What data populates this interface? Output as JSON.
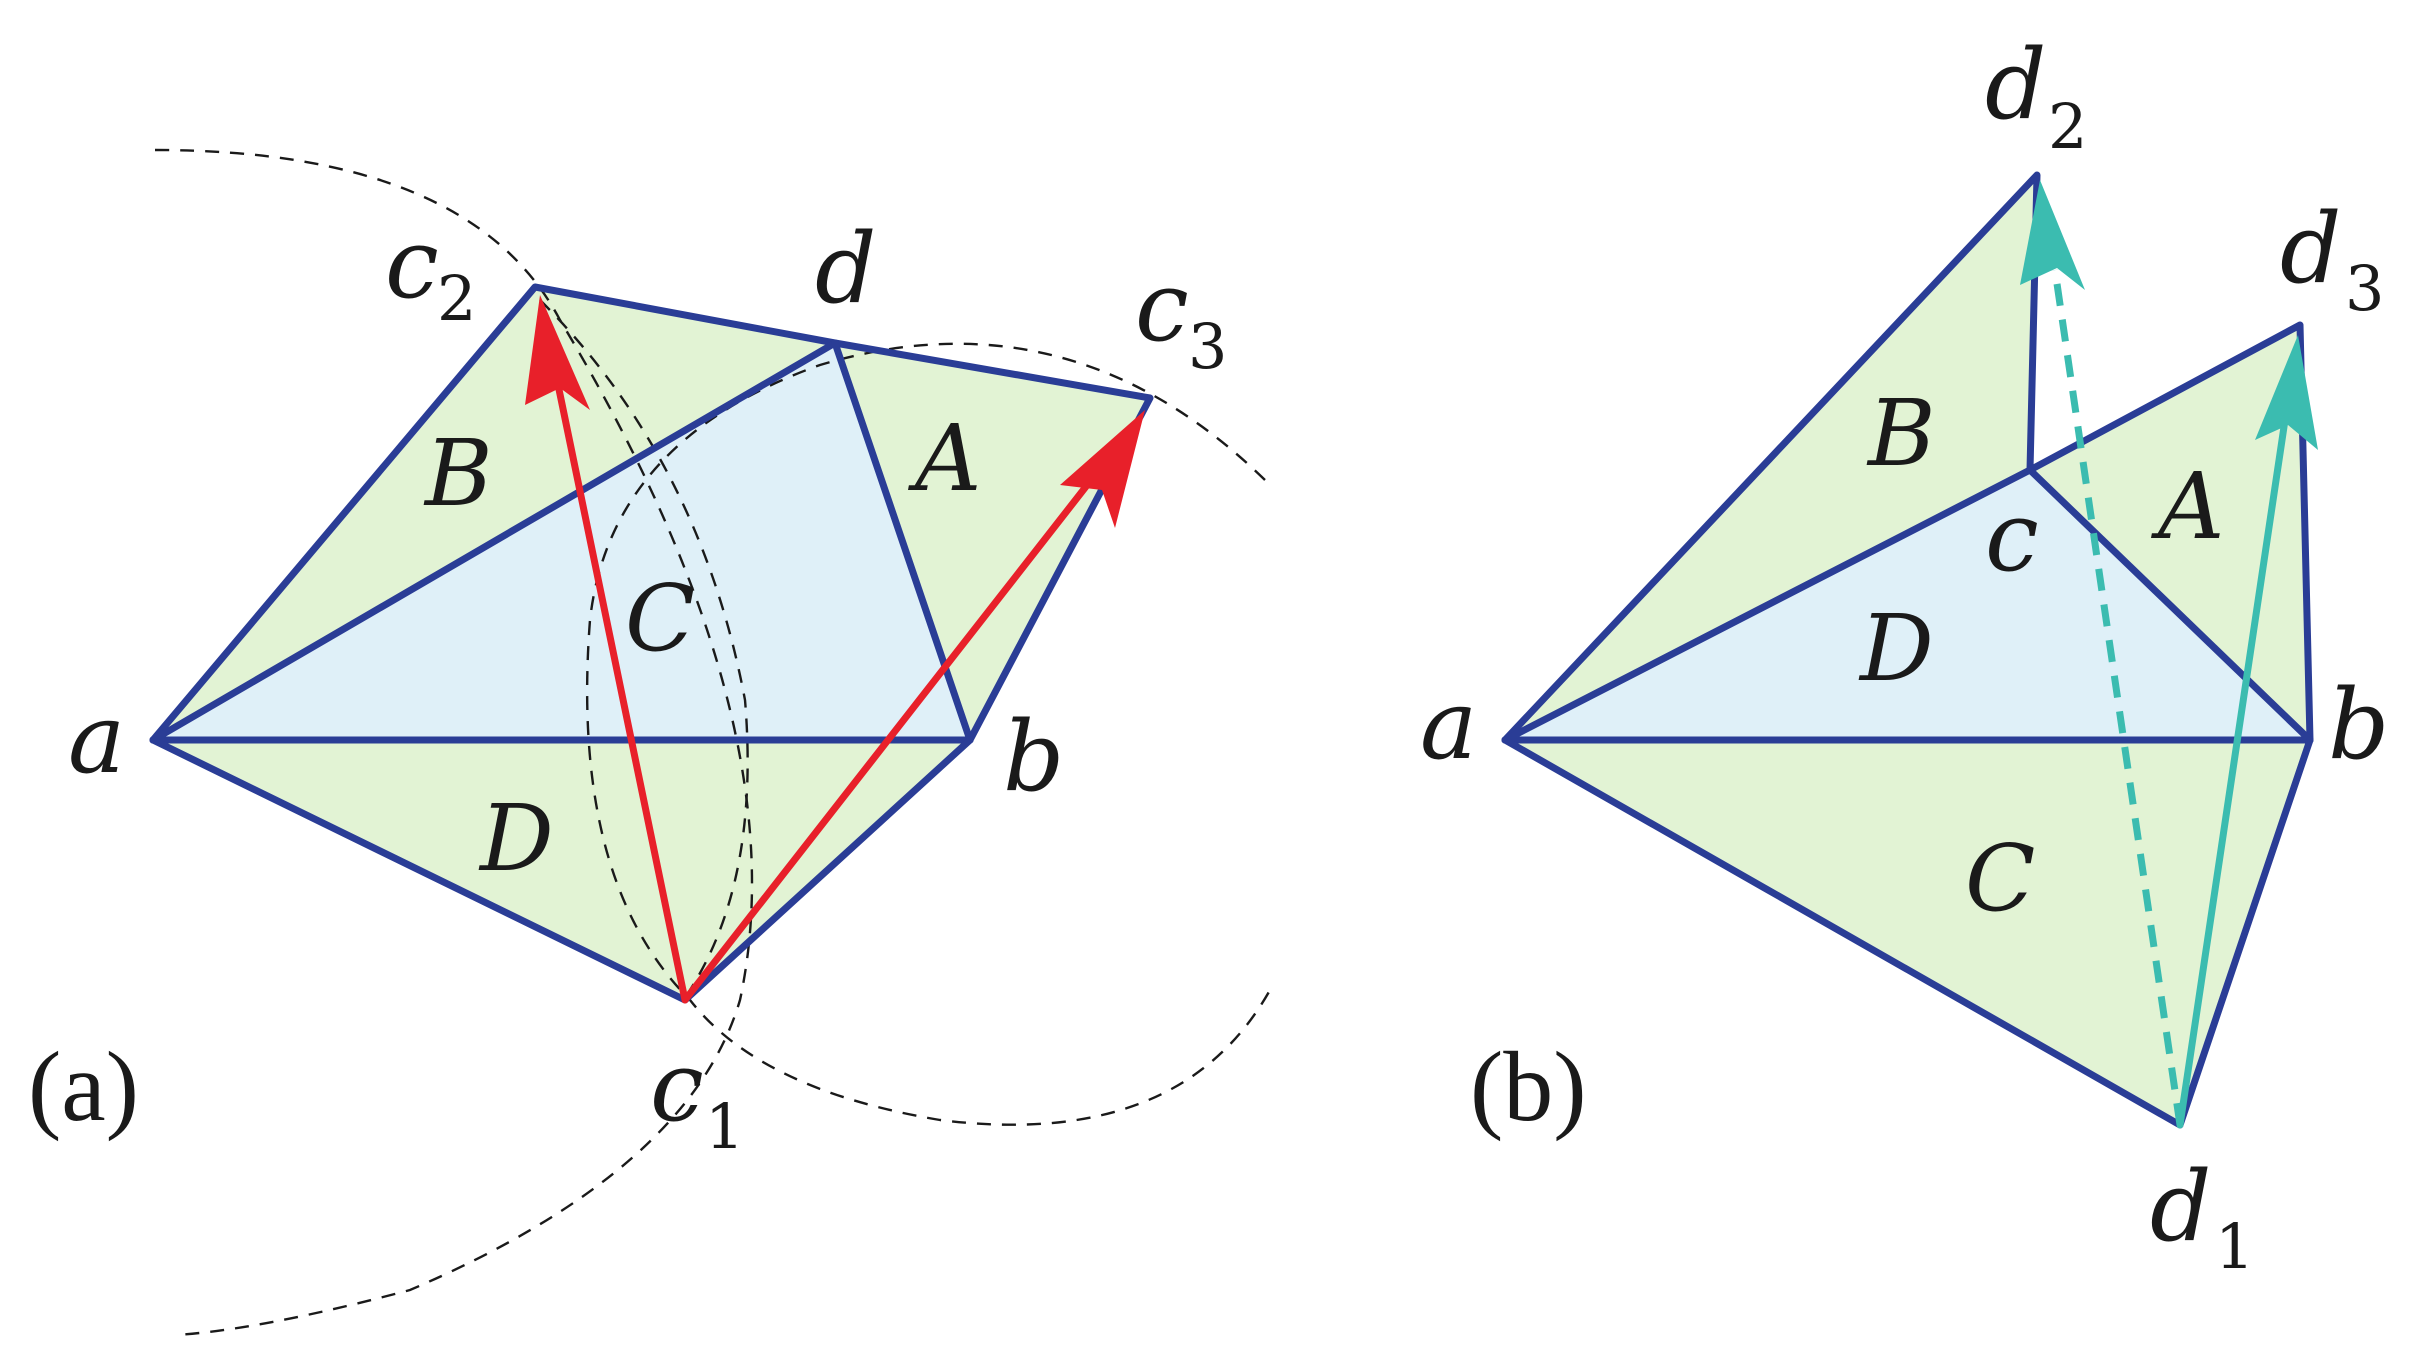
{
  "panel_a": {
    "tag": "(a)",
    "vertices": {
      "a": "a",
      "b": "b",
      "d": "d",
      "c1": "c",
      "c1_sub": "1",
      "c2": "c",
      "c2_sub": "2",
      "c3": "c",
      "c3_sub": "3"
    },
    "faces": {
      "A": "A",
      "B": "B",
      "C": "C",
      "D": "D"
    }
  },
  "panel_b": {
    "tag": "(b)",
    "vertices": {
      "a": "a",
      "b": "b",
      "c": "c",
      "d1": "d",
      "d1_sub": "1",
      "d2": "d",
      "d2_sub": "2",
      "d3": "d",
      "d3_sub": "3"
    },
    "faces": {
      "A": "A",
      "B": "B",
      "C": "C",
      "D": "D"
    }
  },
  "colors": {
    "edge": "#2a3d96",
    "face_fill": "#e2f3d4",
    "central_face_fill": "#dff0f8",
    "arrow_a": "#e8202a",
    "arrow_b": "#3bbcb0",
    "dashed_arc": "#1a1a1a"
  }
}
